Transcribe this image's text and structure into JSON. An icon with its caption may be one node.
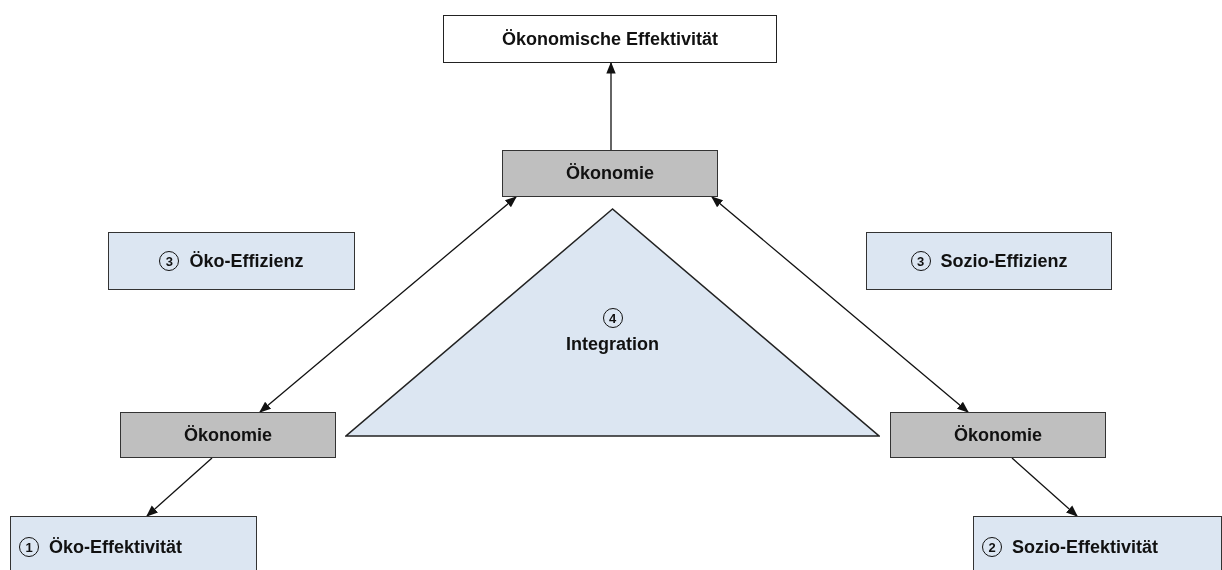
{
  "diagram": {
    "nodes": [
      {
        "text": [
          "Ökonomische Effektivität"
        ]
      },
      {
        "text": [
          "Ökonomie"
        ]
      },
      {
        "text": [
          "3",
          "Öko-Effizienz"
        ]
      },
      {
        "text": [
          "3",
          "Sozio-Effizienz"
        ]
      },
      {
        "text": [
          "4",
          "Integration"
        ]
      },
      {
        "text": [
          "Ökonomie"
        ]
      },
      {
        "text": [
          "Ökonomie"
        ]
      },
      {
        "text": [
          "1",
          "Öko-Effektivität"
        ]
      },
      {
        "text": [
          "2",
          "Sozio-Effektivität"
        ]
      }
    ],
    "edges": [
      {
        "from": 1,
        "to": 0,
        "arrow": "to"
      },
      {
        "from": 5,
        "to": 1,
        "arrow": "both"
      },
      {
        "from": 1,
        "to": 6,
        "arrow": "both"
      },
      {
        "from": 5,
        "to": 7,
        "arrow": "to"
      },
      {
        "from": 6,
        "to": 8,
        "arrow": "to"
      }
    ]
  }
}
